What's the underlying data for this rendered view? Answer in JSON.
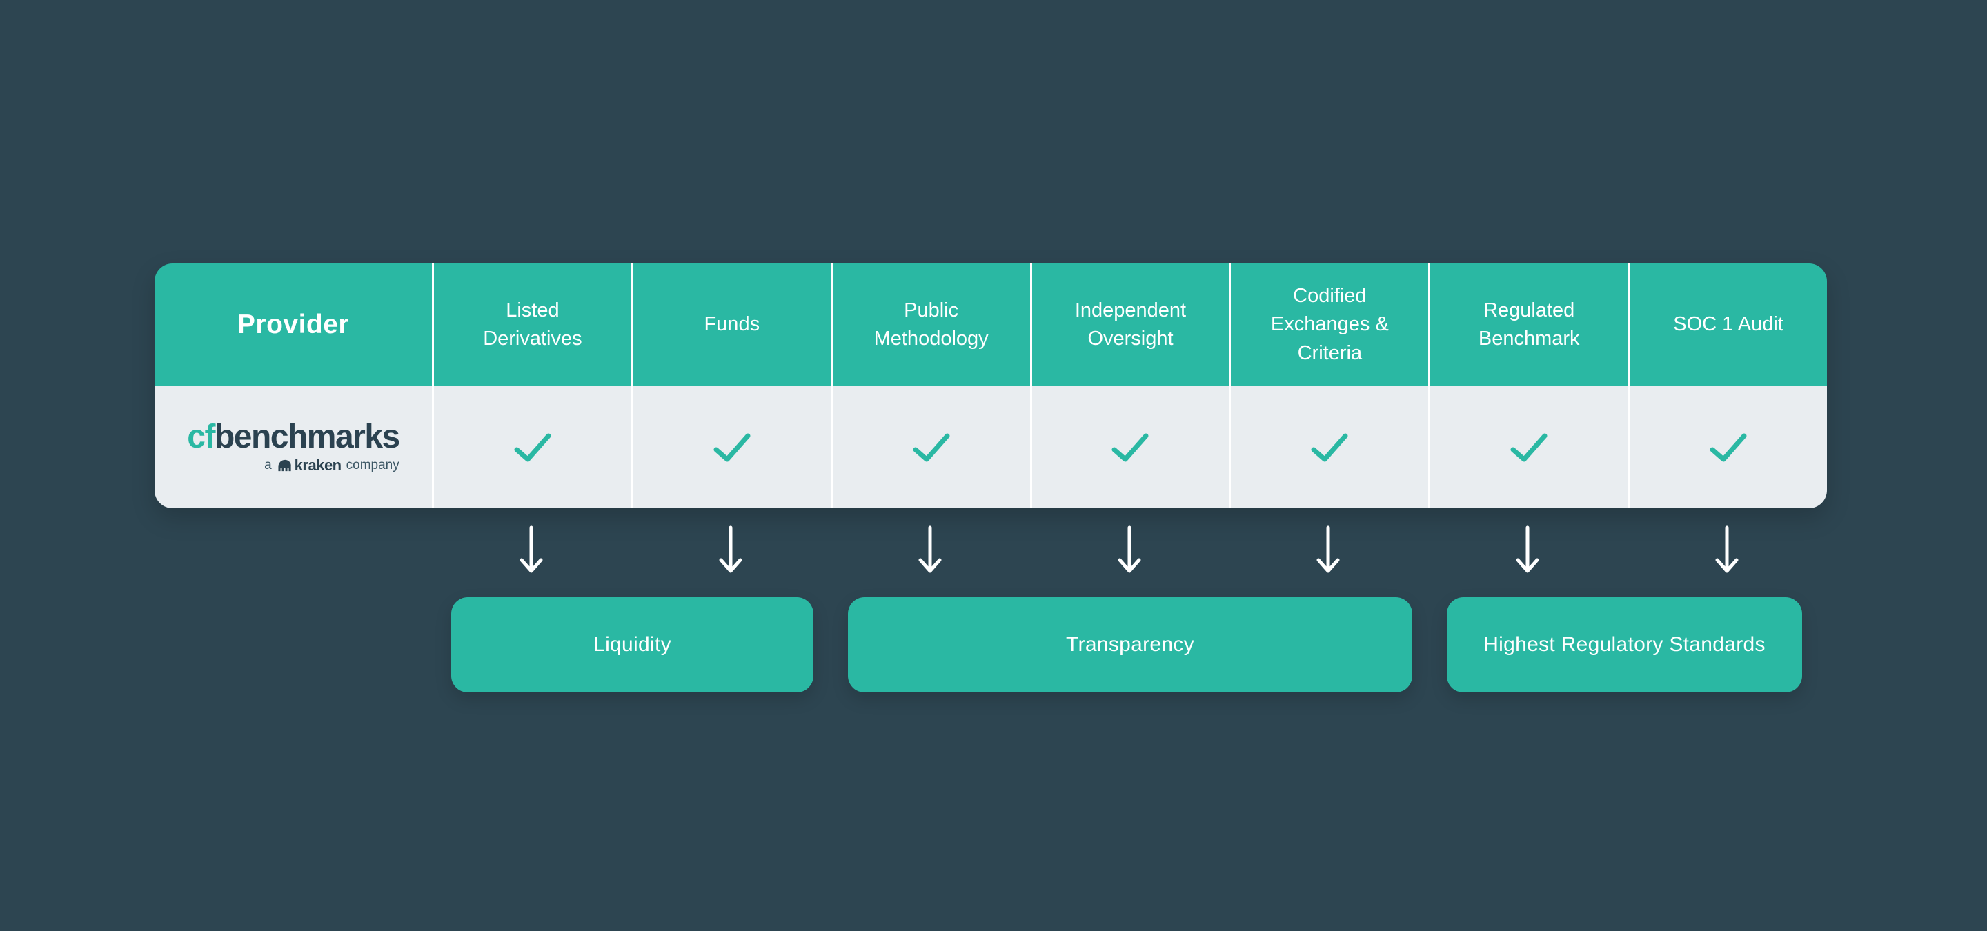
{
  "colors": {
    "background": "#2d4551",
    "accent_teal": "#2ab8a3",
    "row_background": "#e9edf0",
    "brand_navy": "#2b4250",
    "text_white": "#ffffff"
  },
  "table": {
    "header": {
      "provider": "Provider",
      "columns": [
        "Listed Derivatives",
        "Funds",
        "Public Methodology",
        "Independent Oversight",
        "Codified Exchanges & Criteria",
        "Regulated Benchmark",
        "SOC 1 Audit"
      ]
    },
    "provider_row": {
      "logo": {
        "prefix": "cf",
        "name": "benchmarks",
        "tagline_a": "a",
        "tagline_kraken": "kraken",
        "tagline_company": "company"
      },
      "checks": [
        "check",
        "check",
        "check",
        "check",
        "check",
        "check",
        "check"
      ]
    }
  },
  "groups": [
    {
      "label": "Liquidity",
      "col_start": 1,
      "col_end": 2
    },
    {
      "label": "Transparency",
      "col_start": 3,
      "col_end": 5
    },
    {
      "label": "Highest Regulatory Standards",
      "col_start": 6,
      "col_end": 7
    }
  ]
}
